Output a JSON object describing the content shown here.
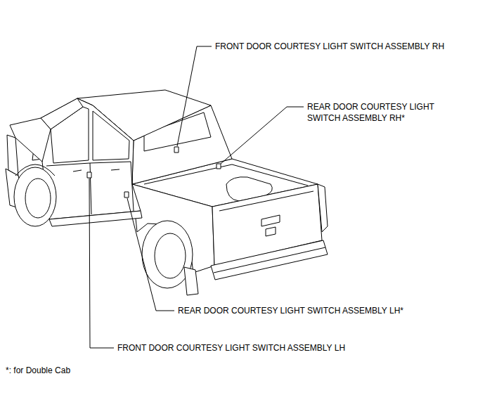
{
  "diagram": {
    "labels": [
      "FRONT DOOR COURTESY LIGHT SWITCH ASSEMBLY RH",
      "REAR DOOR COURTESY LIGHT SWITCH ASSEMBLY RH*",
      "REAR DOOR COURTESY LIGHT SWITCH ASSEMBLY LH*",
      "FRONT DOOR COURTESY LIGHT SWITCH ASSEMBLY LH",
      "*: for Double Cab"
    ]
  }
}
